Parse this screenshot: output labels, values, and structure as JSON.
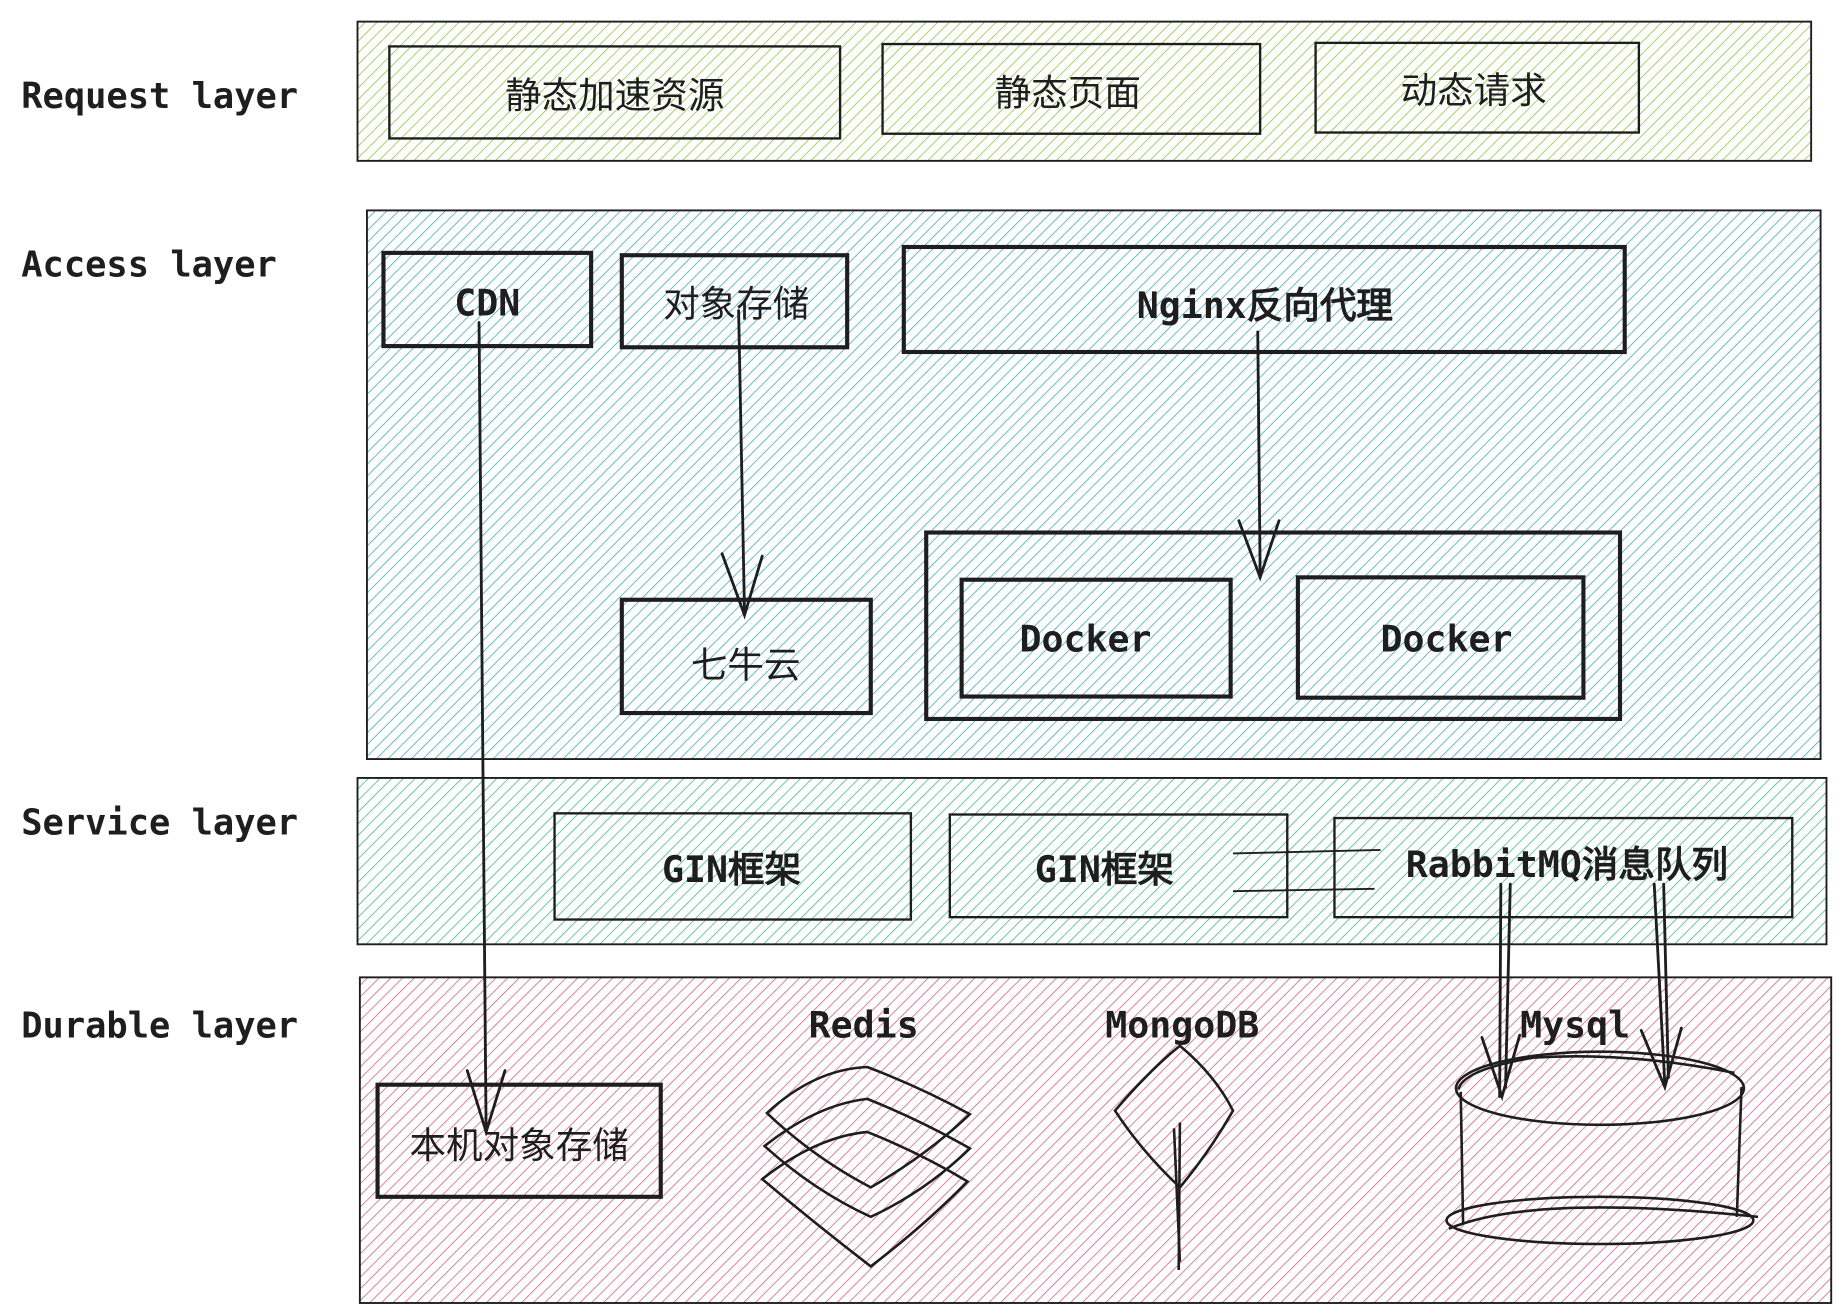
{
  "colors": {
    "request": "#8fc23f",
    "access": "#3aa6c0",
    "service": "#3fb58f",
    "durable": "#d65a86",
    "stroke": "#1e1e1e"
  },
  "layers": {
    "request": {
      "label": "Request layer",
      "boxes": [
        "静态加速资源",
        "静态页面",
        "动态请求"
      ]
    },
    "access": {
      "label": "Access layer",
      "cdn": "CDN",
      "object_storage": "对象存储",
      "nginx": "Nginx反向代理",
      "qiniu": "七牛云",
      "docker_1": "Docker",
      "docker_2": "Docker"
    },
    "service": {
      "label": "Service layer",
      "gin_1": "GIN框架",
      "gin_2": "GIN框架",
      "mq": "RabbitMQ消息队列"
    },
    "durable": {
      "label": "Durable layer",
      "local_storage": "本机对象存储",
      "redis": "Redis",
      "mongodb": "MongoDB",
      "mysql": "Mysql"
    }
  }
}
